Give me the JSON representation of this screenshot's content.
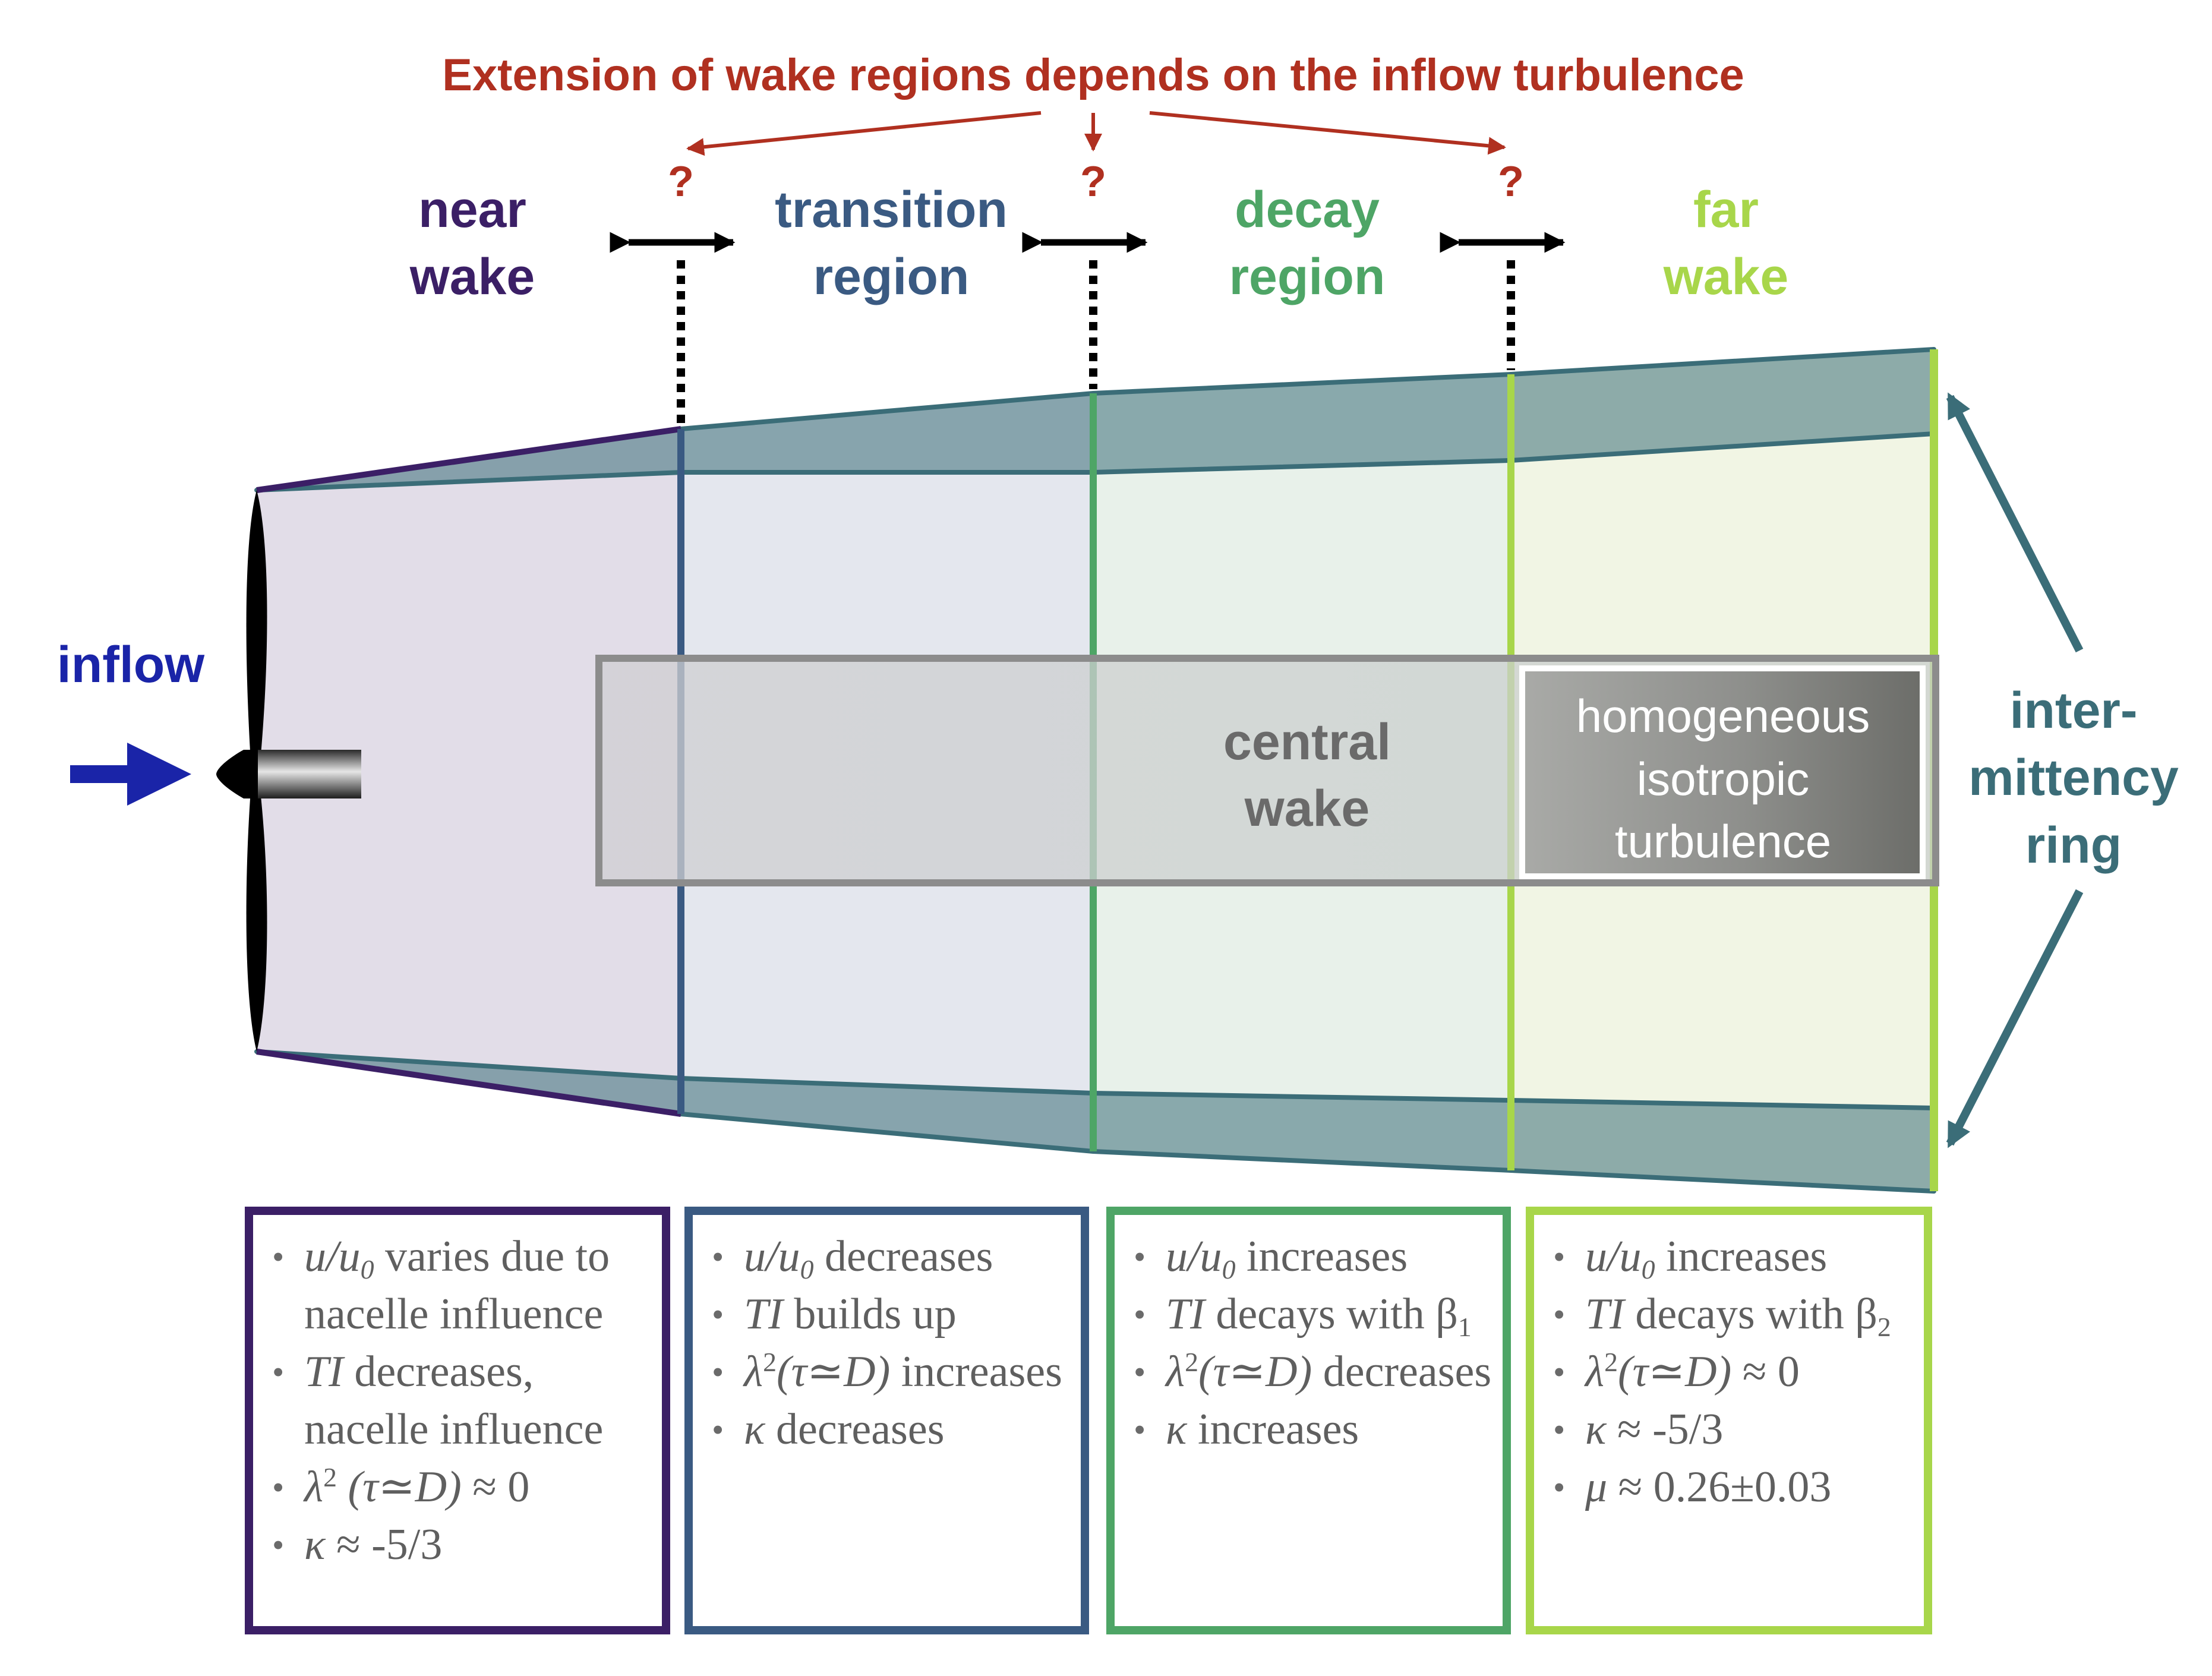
{
  "title": "Extension of wake regions depends on the inflow turbulence",
  "question_mark": "?",
  "regions": [
    {
      "line1": "near",
      "line2": "wake",
      "color": "#3b1f66"
    },
    {
      "line1": "transition",
      "line2": "region",
      "color": "#3a5a82"
    },
    {
      "line1": "decay",
      "line2": "region",
      "color": "#4ea566"
    },
    {
      "line1": "far",
      "line2": "wake",
      "color": "#a8d64a"
    }
  ],
  "inflow_label": "inflow",
  "central_wake": {
    "line1": "central",
    "line2": "wake"
  },
  "hit": {
    "line1": "homogeneous",
    "line2": "isotropic",
    "line3": "turbulence"
  },
  "intermittency": {
    "line1": "inter-",
    "line2": "mittency",
    "line3": "ring"
  },
  "colors": {
    "title_red": "#b03020",
    "inflow_blue": "#1a24a8",
    "ring_teal": "#3b6d78",
    "gray_text": "#6a6a6a"
  },
  "boxes": {
    "near": {
      "b1a": "u/u",
      "b1sub": "0",
      "b1b": " varies due to nacelle influence",
      "b2a": "TI",
      "b2b": " decreases, nacelle influence",
      "b3a": "λ",
      "b3sup": "2",
      "b3b": " (τ≃D)",
      "b3c": " ≈ 0",
      "b4a": "κ",
      "b4b": " ≈ -5/3"
    },
    "transition": {
      "b1a": "u/u",
      "b1sub": "0",
      "b1b": " decreases",
      "b2a": "TI",
      "b2b": " builds up",
      "b3a": "λ",
      "b3sup": "2",
      "b3b": "(τ≃D)",
      "b3c": " increases",
      "b4a": "κ",
      "b4b": " decreases"
    },
    "decay": {
      "b1a": "u/u",
      "b1sub": "0",
      "b1b": " increases",
      "b2a": "TI",
      "b2b": " decays with β",
      "b2sub": "1",
      "b3a": "λ",
      "b3sup": "2",
      "b3b": "(τ≃D)",
      "b3c": " decreases",
      "b4a": "κ",
      "b4b": " increases"
    },
    "far": {
      "b1a": "u/u",
      "b1sub": "0",
      "b1b": " increases",
      "b2a": "TI",
      "b2b": " decays with β",
      "b2sub": "2",
      "b3a": "λ",
      "b3sup": "2",
      "b3b": "(τ≃D)",
      "b3c": " ≈ 0",
      "b4a": "κ",
      "b4b": " ≈ -5/3",
      "b5a": "μ",
      "b5b": " ≈ 0.26±0.03"
    }
  }
}
